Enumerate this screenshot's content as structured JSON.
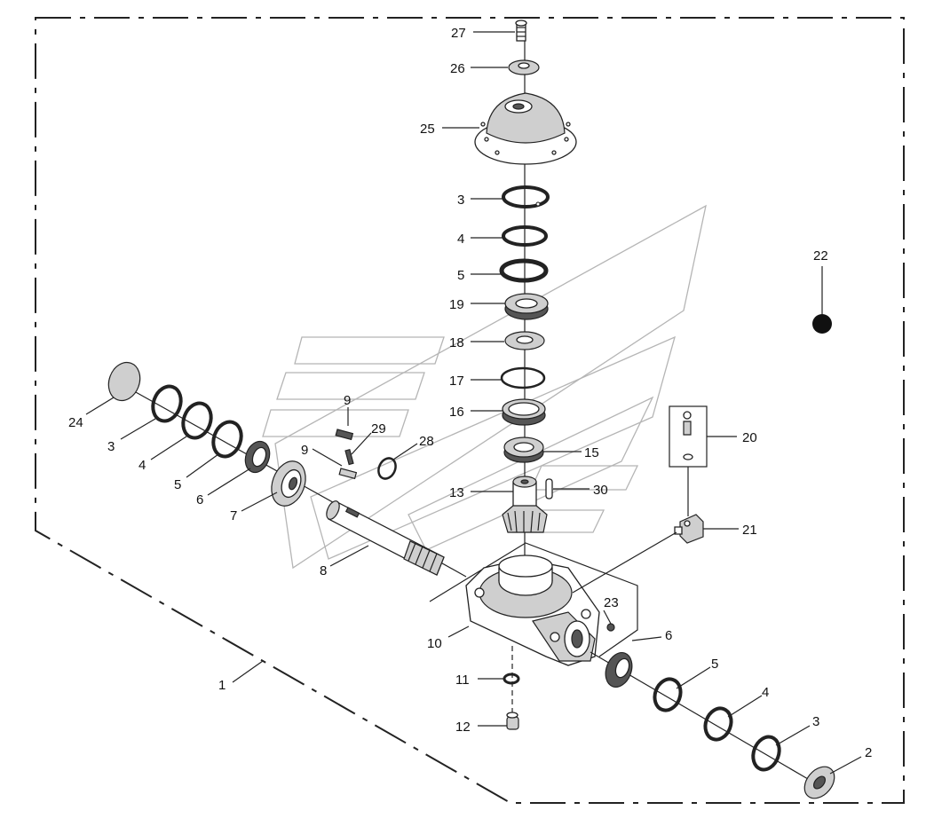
{
  "callouts": {
    "c1": "1",
    "c2": "2",
    "c3a": "3",
    "c3b": "3",
    "c3c": "3",
    "c4a": "4",
    "c4b": "4",
    "c4c": "4",
    "c5a": "5",
    "c5b": "5",
    "c5c": "5",
    "c6a": "6",
    "c6b": "6",
    "c7": "7",
    "c8": "8",
    "c9a": "9",
    "c9b": "9",
    "c10": "10",
    "c11": "11",
    "c12": "12",
    "c13": "13",
    "c15": "15",
    "c16": "16",
    "c17": "17",
    "c18": "18",
    "c19": "19",
    "c20": "20",
    "c21": "21",
    "c22": "22",
    "c23": "23",
    "c24": "24",
    "c25": "25",
    "c26": "26",
    "c27": "27",
    "c28": "28",
    "c29": "29",
    "c30": "30"
  },
  "colors": {
    "line": "#222222",
    "watermark": "#b5b5b5",
    "part_shade": "#cfcfcf"
  }
}
